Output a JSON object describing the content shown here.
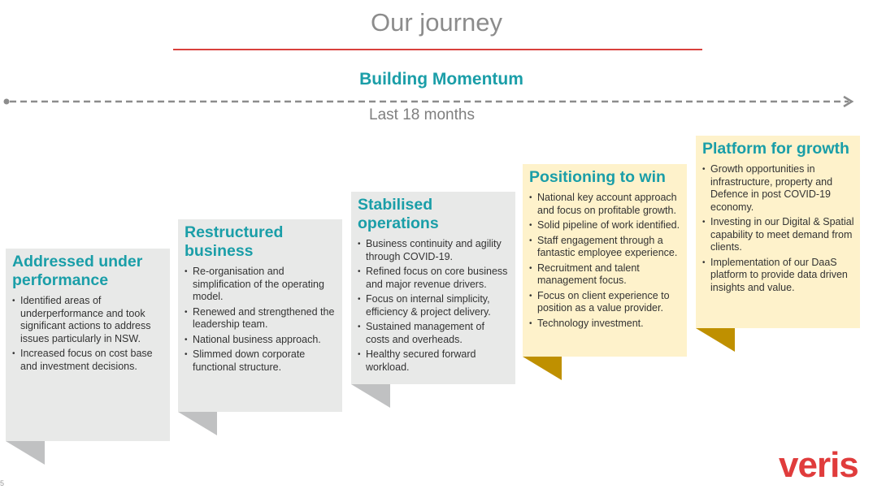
{
  "title": "Our journey",
  "subtitle": "Building Momentum",
  "period": "Last 18 months",
  "page_number": "5",
  "logo": "veris",
  "colors": {
    "accent": "#1a9ea8",
    "rule": "#d9413c",
    "grey_card": "#e8e9e8",
    "yellow_card": "#fef2cb",
    "grey_tab": "#c0c1c2",
    "gold_tab": "#bf9000",
    "logo": "#e03c3c"
  },
  "stages": [
    {
      "heading": "Addressed under performance",
      "bullets": [
        "Identified areas of underperformance and took significant actions to address issues particularly in NSW.",
        "Increased focus on cost base and investment decisions."
      ]
    },
    {
      "heading": "Restructured business",
      "bullets": [
        "Re-organisation and simplification of the operating model.",
        "Renewed and strengthened the leadership team.",
        "National business approach.",
        "Slimmed down corporate functional structure."
      ]
    },
    {
      "heading": "Stabilised operations",
      "bullets": [
        "Business continuity and agility through COVID-19.",
        "Refined focus on core business and major revenue drivers.",
        "Focus on internal simplicity, efficiency & project delivery.",
        "Sustained management of costs and overheads.",
        "Healthy secured forward workload."
      ]
    },
    {
      "heading": "Positioning to win",
      "bullets": [
        "National key account approach and focus on profitable growth.",
        "Solid pipeline of work identified.",
        "Staff engagement through a fantastic employee experience.",
        "Recruitment and talent management focus.",
        "Focus on client experience to position as a value provider.",
        "Technology investment."
      ]
    },
    {
      "heading": "Platform for growth",
      "bullets": [
        "Growth opportunities in infrastructure, property and Defence in post COVID-19 economy.",
        "Investing in our Digital & Spatial capability to meet demand from clients.",
        "Implementation of our DaaS platform to provide data driven insights and value."
      ]
    }
  ]
}
